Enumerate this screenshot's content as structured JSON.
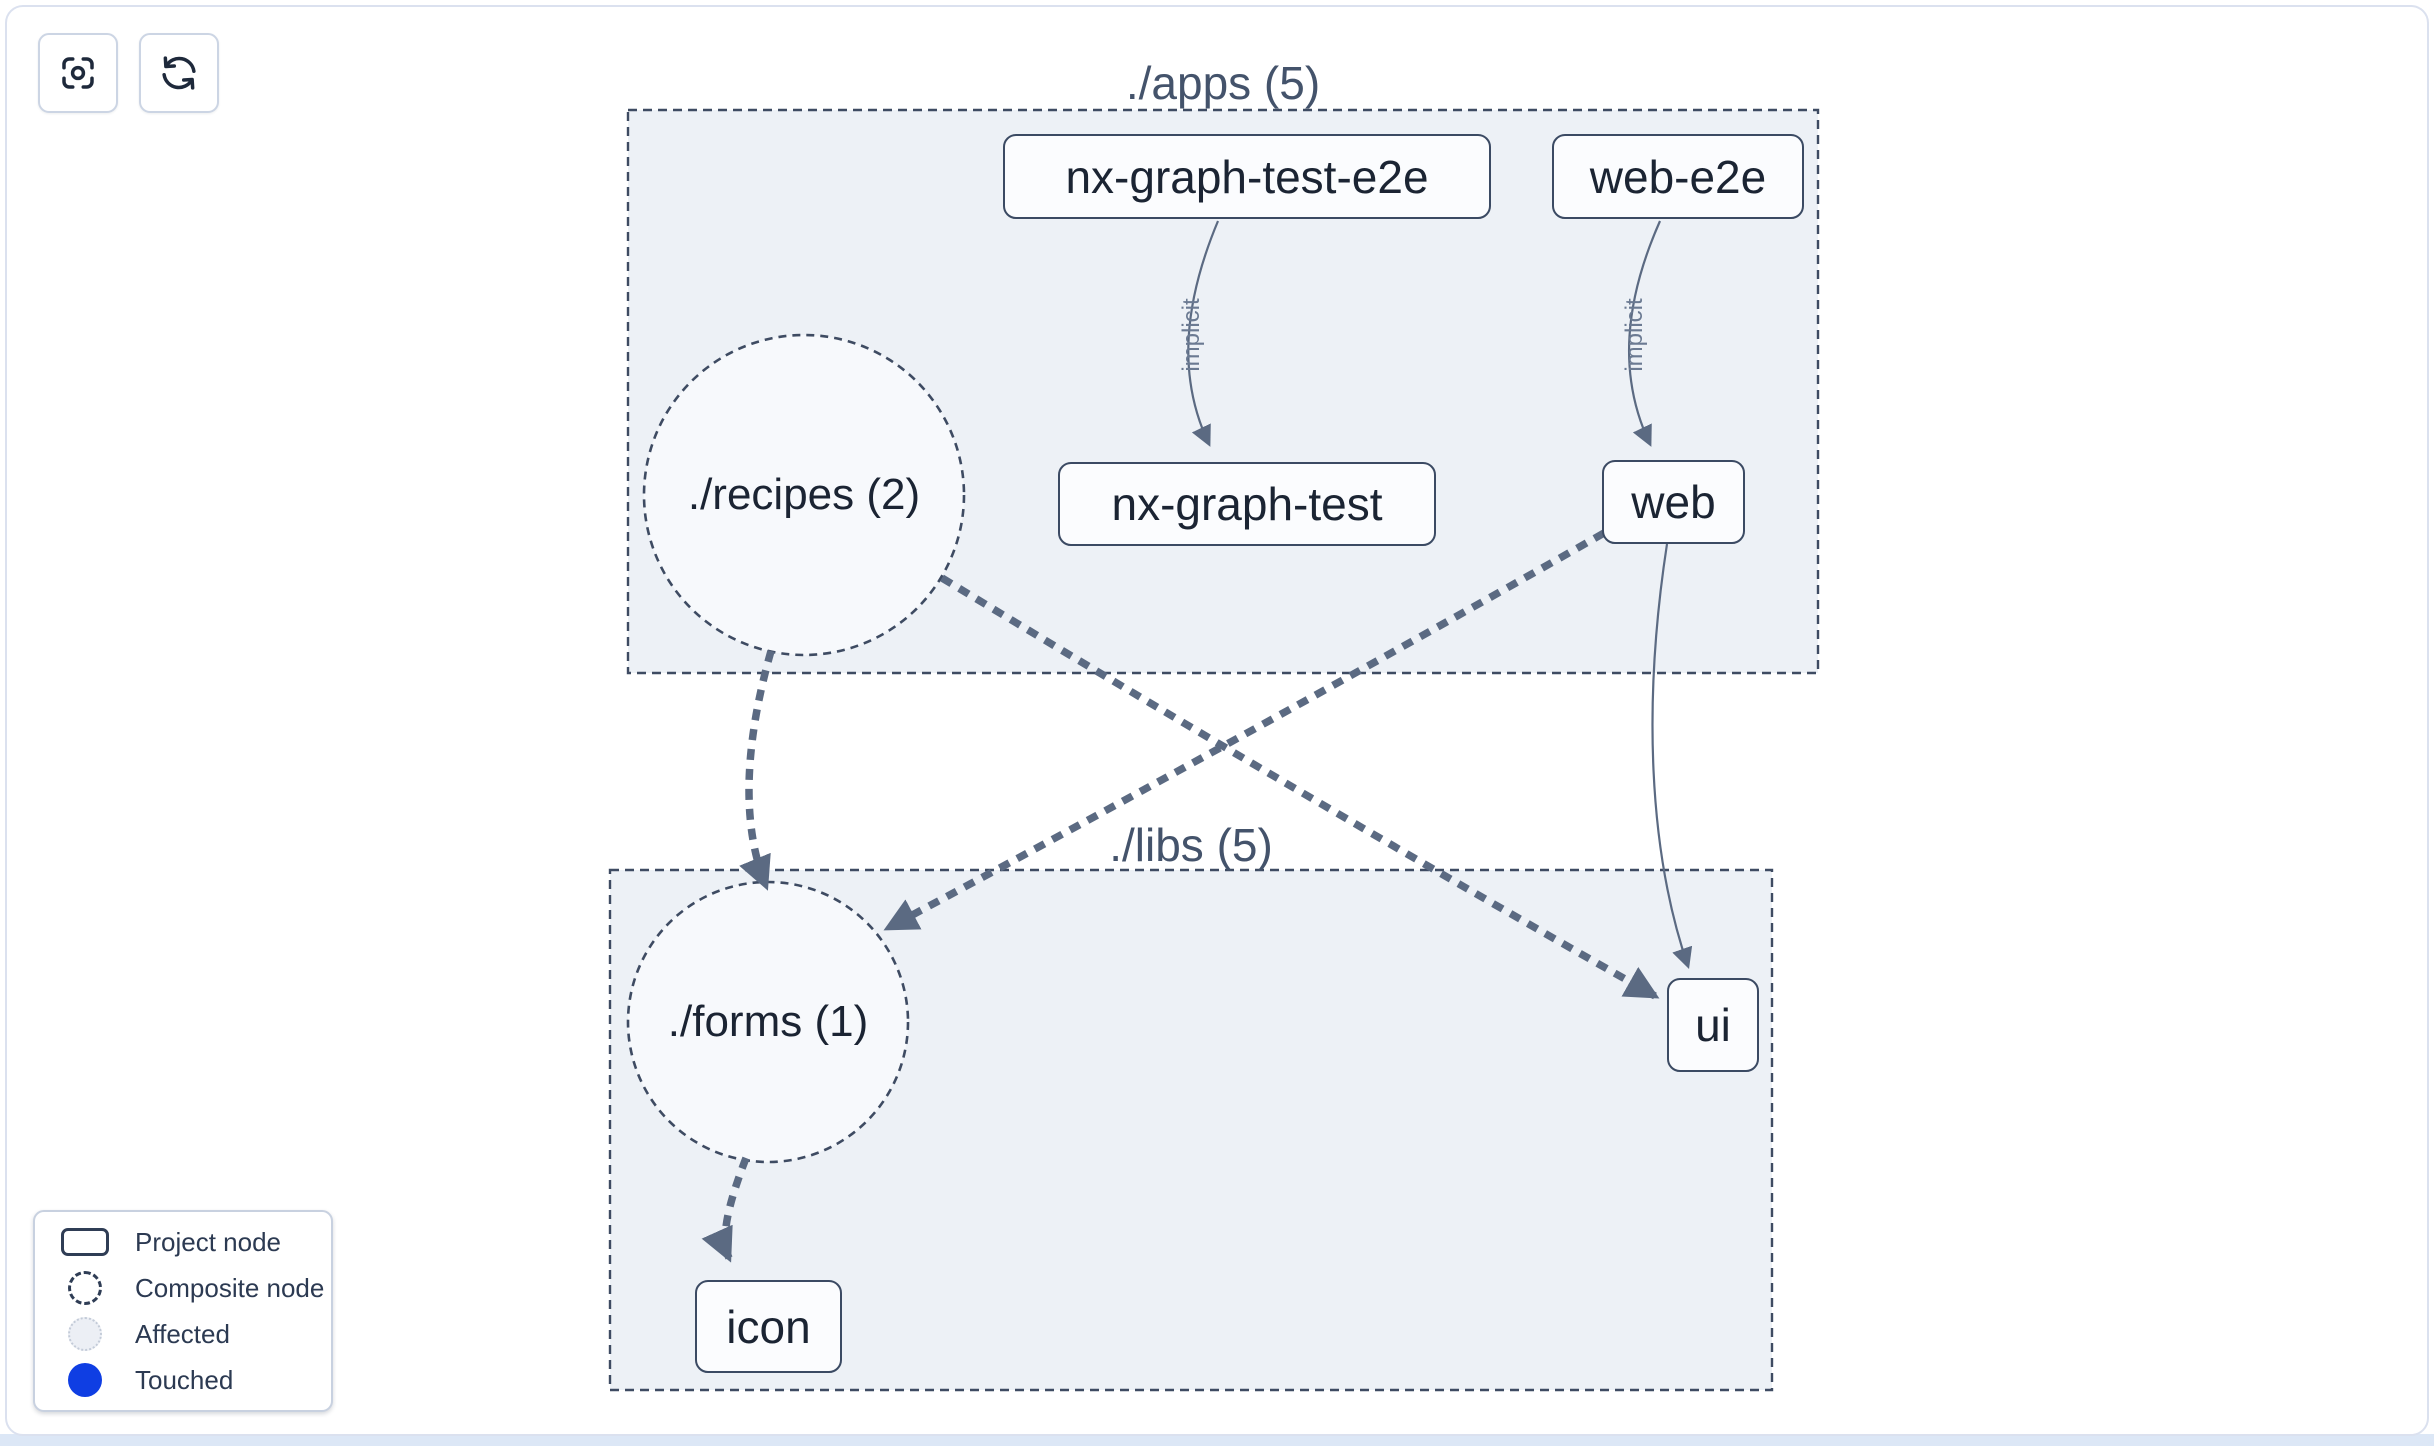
{
  "toolbar": {
    "focus_button": {
      "icon": "focus-crosshair-icon"
    },
    "refresh_button": {
      "icon": "refresh-icon"
    }
  },
  "graph": {
    "groups": [
      {
        "id": "apps",
        "label": "./apps (5)",
        "nodes": [
          {
            "label": "nx-graph-test-e2e"
          },
          {
            "label": "web-e2e"
          },
          {
            "label": "nx-graph-test"
          },
          {
            "label": "web"
          }
        ],
        "composites": [
          {
            "label": "./recipes (2)"
          }
        ]
      },
      {
        "id": "libs",
        "label": "./libs (5)",
        "nodes": [
          {
            "label": "ui"
          },
          {
            "label": "icon"
          }
        ],
        "composites": [
          {
            "label": "./forms (1)"
          }
        ]
      }
    ],
    "edges": [
      {
        "source": "nx-graph-test-e2e",
        "target": "nx-graph-test",
        "type": "implicit",
        "label": "implicit"
      },
      {
        "source": "web-e2e",
        "target": "web",
        "type": "implicit",
        "label": "implicit"
      },
      {
        "source": "web",
        "target": "ui",
        "type": "static",
        "label": ""
      },
      {
        "source": "./recipes (2)",
        "target": "./forms (1)",
        "type": "composite",
        "label": ""
      },
      {
        "source": "./recipes (2)",
        "target": "ui",
        "type": "composite",
        "label": ""
      },
      {
        "source": "web",
        "target": "./forms (1)",
        "type": "composite",
        "label": ""
      },
      {
        "source": "./forms (1)",
        "target": "icon",
        "type": "composite",
        "label": ""
      }
    ]
  },
  "legend": {
    "items": [
      {
        "swatch": "project-node-swatch",
        "label": "Project node"
      },
      {
        "swatch": "composite-node-swatch",
        "label": "Composite node"
      },
      {
        "swatch": "affected-swatch",
        "label": "Affected"
      },
      {
        "swatch": "touched-swatch",
        "label": "Touched"
      }
    ]
  },
  "colors": {
    "touched_blue": "#0f3ee3",
    "edge": "#5b6a82",
    "node_border": "#3b4a63",
    "group_fill": "#edf1f6",
    "group_border": "#3e4b62",
    "composite_fill": "#f7f9fc",
    "node_text": "#1b2433",
    "group_label_text": "#44536b",
    "implicit_label_text": "#6b7a92",
    "frame_border": "#dbe1ef",
    "bottom_strip": "#dce7f6"
  }
}
